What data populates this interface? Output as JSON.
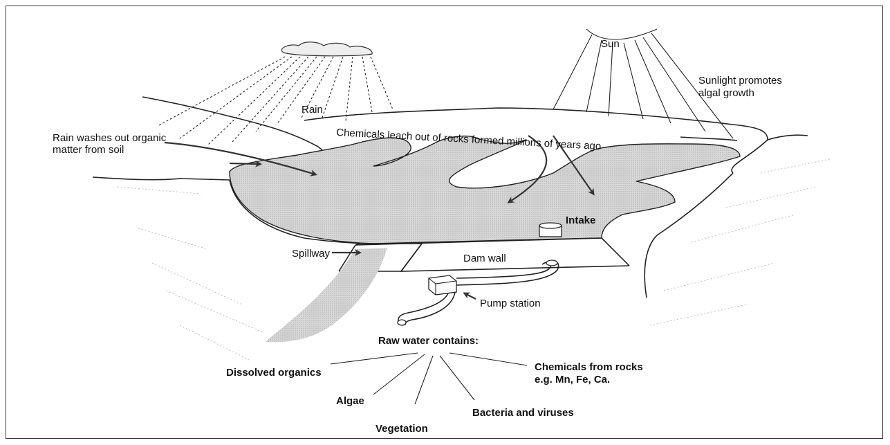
{
  "labels": {
    "sun": "Sun",
    "sunlight": [
      "Sunlight  promotes",
      "algal growth"
    ],
    "rain": "Rain",
    "rain_washes": [
      "Rain washes out organic",
      "matter from soil"
    ],
    "chemicals_leach": "Chemicals leach out of rocks formed millions of years ago",
    "intake": "Intake",
    "spillway": "Spillway",
    "dam_wall": "Dam wall",
    "pump_station": "Pump station",
    "raw_water": "Raw water contains:",
    "dissolved_organics": "Dissolved organics",
    "algae": "Algae",
    "vegetation": "Vegetation",
    "bacteria": "Bacteria and viruses",
    "chemicals_from_rocks": [
      "Chemicals from rocks",
      "e.g. Mn, Fe, Ca."
    ]
  },
  "colors": {
    "water_fill": "#d4d4d4",
    "ink": "#222222",
    "spillway_flow": "#c8c8c8"
  }
}
